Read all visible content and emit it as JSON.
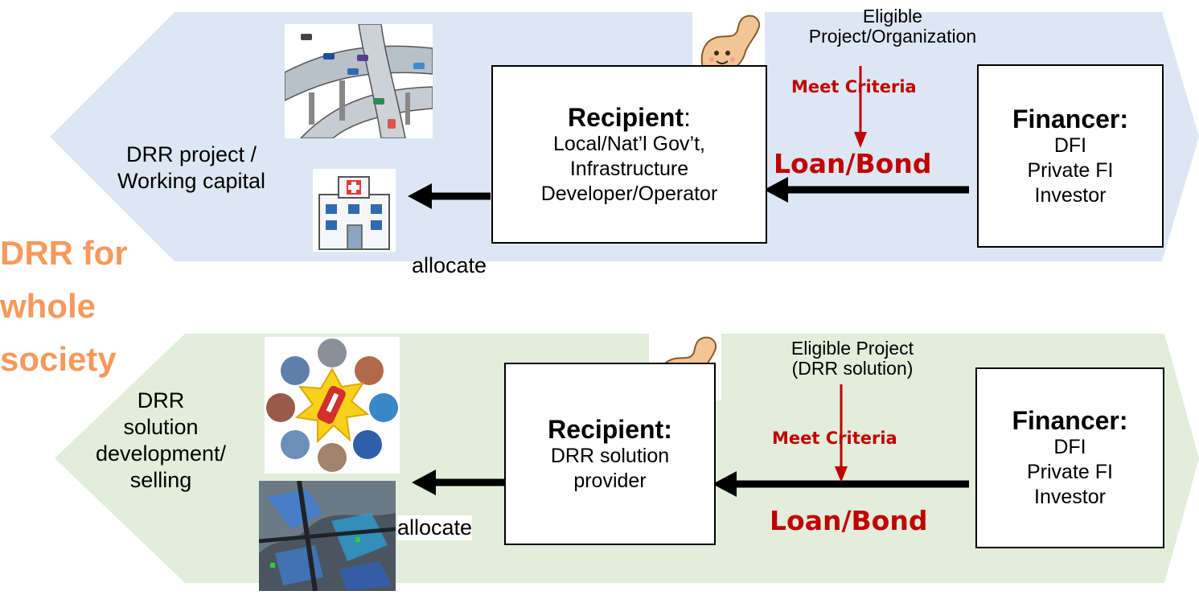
{
  "colors": {
    "top_band": "#dde7f3",
    "bottom_band": "#e2eddb",
    "accent_orange": "#f59a5c",
    "criteria_red": "#c00000"
  },
  "side_label": "DRR for whole society",
  "top": {
    "recipient": {
      "title": "Recipient",
      "title_suffix": ":",
      "lines": [
        "Local/Nat’l Gov’t,",
        "Infrastructure",
        "Developer/Operator"
      ]
    },
    "financer": {
      "title": "Financer:",
      "lines": [
        "DFI",
        "Private FI",
        "Investor"
      ]
    },
    "eligible": [
      "Eligible",
      "Project/Organization"
    ],
    "meet_criteria": "Meet Criteria",
    "loan_bond": "Loan/Bond",
    "allocate": "allocate",
    "use": [
      "DRR project /",
      "Working capital"
    ],
    "icons": [
      "highway-interchange-illustration",
      "hospital-illustration",
      "flexed-arm-illustration"
    ]
  },
  "bottom": {
    "recipient": {
      "title": "Recipient:",
      "lines": [
        "DRR solution",
        "provider"
      ]
    },
    "financer": {
      "title": "Financer:",
      "lines": [
        "DFI",
        "Private FI",
        "Investor"
      ]
    },
    "eligible": [
      "Eligible Project",
      "(DRR solution)"
    ],
    "meet_criteria": "Meet Criteria",
    "loan_bond": "Loan/Bond",
    "allocate": "allocate",
    "use": [
      "DRR",
      "solution",
      "development/",
      "selling"
    ],
    "icons": [
      "disaster-types-illustration",
      "flood-map-image",
      "flexed-arm-illustration"
    ]
  }
}
